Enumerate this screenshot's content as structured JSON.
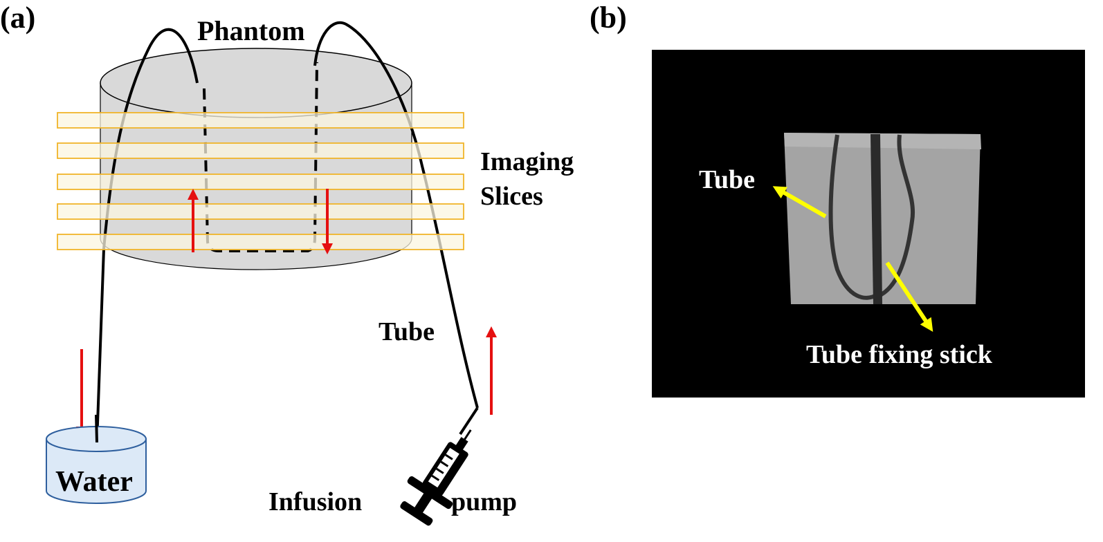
{
  "panel_a": {
    "label": "(a)",
    "phantom_label": "Phantom",
    "imaging_label_line1": "Imaging",
    "imaging_label_line2": "Slices",
    "tube_label": "Tube",
    "water_label": "Water",
    "infusion_label": "Infusion",
    "pump_label": "pump"
  },
  "panel_b": {
    "label": "(b)",
    "tube_label": "Tube",
    "stick_label": "Tube fixing stick"
  },
  "colors": {
    "phantom_fill": "#d9d9d9",
    "slice_fill": "#fbf5e0",
    "slice_stroke": "#f0b429",
    "flow_arrow": "#e51010",
    "water_fill": "#dce9f7",
    "water_stroke": "#2e5f9e",
    "mri_background": "#000000",
    "annotation_arrow": "#ffff00"
  },
  "icons": [
    "syringe-icon",
    "red-flow-arrow",
    "yellow-pointer-arrow"
  ]
}
